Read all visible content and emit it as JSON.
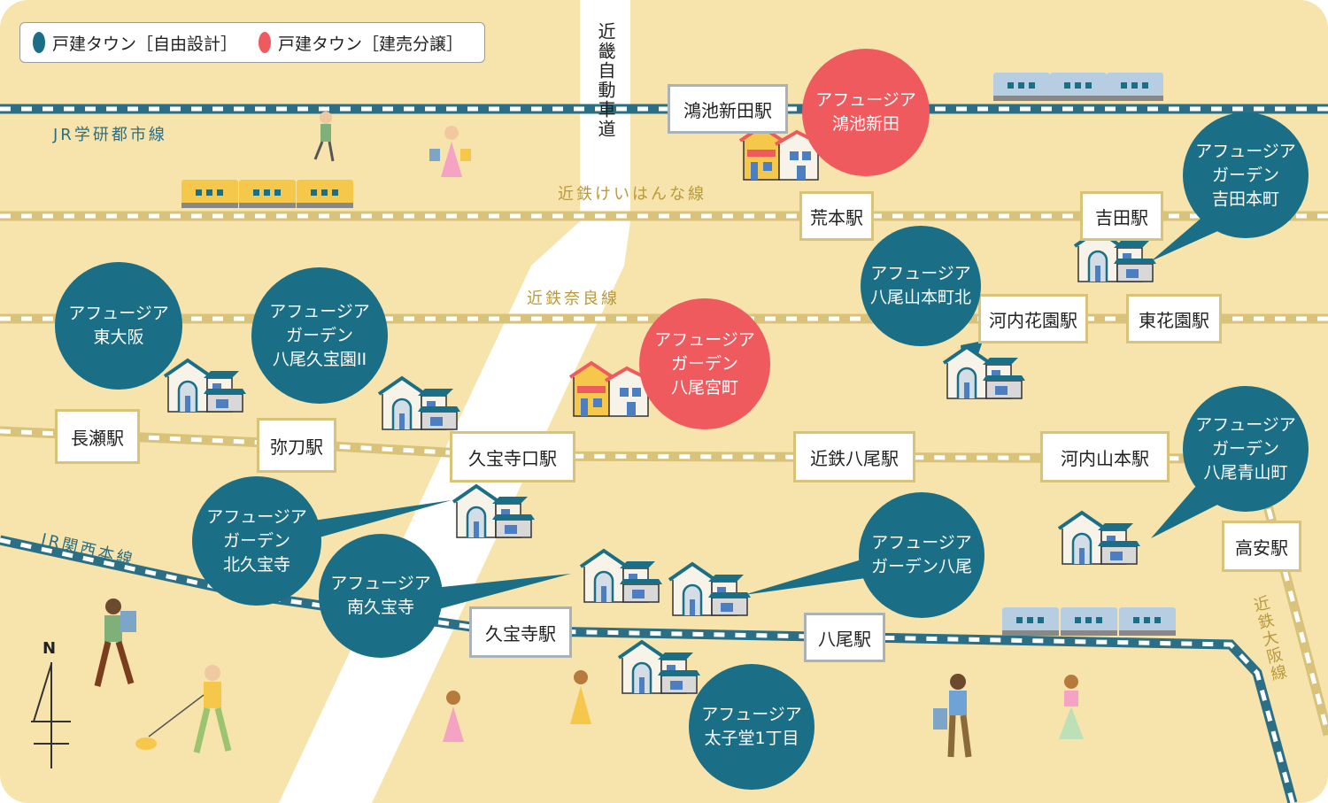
{
  "colors": {
    "custom": "#1a6e86",
    "ready": "#ef5a5f",
    "bg": "#f7e4ac",
    "road": "#ffffff"
  },
  "legend": [
    {
      "label": "戸建タウン［自由設計］",
      "color": "#1a6e86"
    },
    {
      "label": "戸建タウン［建売分譲］",
      "color": "#ef5a5f"
    }
  ],
  "road_label": "近畿自動車道",
  "lines": {
    "jr_gakken": "JR学研都市線",
    "keihanna": "近鉄けいはんな線",
    "nara": "近鉄奈良線",
    "kansai": "JR関西本線",
    "osaka": "近鉄大阪線"
  },
  "stations": {
    "konoike": "鴻池新田駅",
    "aramoto": "荒本駅",
    "yoshida": "吉田駅",
    "kawachi_hanazono": "河内花園駅",
    "higashi_hanazono": "東花園駅",
    "nagase": "長瀬駅",
    "yao_mi": "弥刀駅",
    "kyuhoji_guchi": "久宝寺口駅",
    "kintetsu_yao": "近鉄八尾駅",
    "kawachi_yamamoto": "河内山本駅",
    "takayasu": "高安駅",
    "kyuhoji": "久宝寺駅",
    "yao": "八尾駅"
  },
  "developments": [
    {
      "id": "konoike",
      "type": "ready",
      "lines": [
        "アフュージア",
        "鴻池新田"
      ]
    },
    {
      "id": "yoshida",
      "type": "custom",
      "lines": [
        "アフュージア",
        "ガーデン",
        "吉田本町"
      ]
    },
    {
      "id": "yao_yamamoto",
      "type": "custom",
      "lines": [
        "アフュージア",
        "八尾山本町北"
      ]
    },
    {
      "id": "higashiosaka",
      "type": "custom",
      "lines": [
        "アフュージア",
        "東大阪"
      ]
    },
    {
      "id": "kyuhoen",
      "type": "custom",
      "lines": [
        "アフュージア",
        "ガーデン",
        "八尾久宝園II"
      ]
    },
    {
      "id": "yaomiyamachi",
      "type": "ready",
      "lines": [
        "アフュージア",
        "ガーデン",
        "八尾宮町"
      ]
    },
    {
      "id": "aoyama",
      "type": "custom",
      "lines": [
        "アフュージア",
        "ガーデン",
        "八尾青山町"
      ]
    },
    {
      "id": "kitakyuhoji",
      "type": "custom",
      "lines": [
        "アフュージア",
        "ガーデン",
        "北久宝寺"
      ]
    },
    {
      "id": "minamikyuhoji",
      "type": "custom",
      "lines": [
        "アフュージア",
        "南久宝寺"
      ]
    },
    {
      "id": "garden_yao",
      "type": "custom",
      "lines": [
        "アフュージア",
        "ガーデン八尾"
      ]
    },
    {
      "id": "taishido",
      "type": "custom",
      "lines": [
        "アフュージア",
        "太子堂1丁目"
      ]
    }
  ],
  "north": "N"
}
